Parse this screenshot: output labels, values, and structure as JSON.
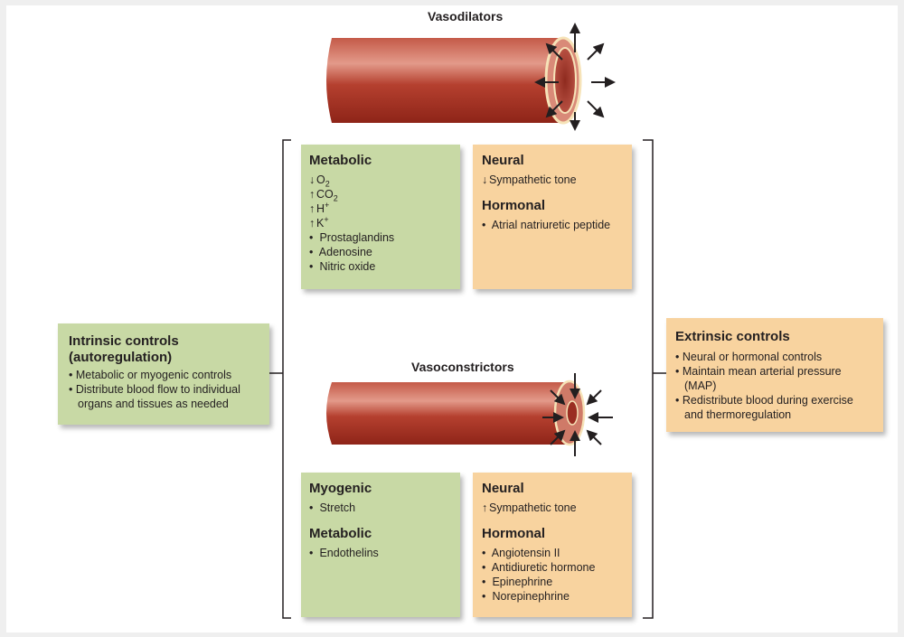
{
  "colors": {
    "green_box": "#c8d9a5",
    "orange_box": "#f8d39f",
    "vessel": "#b03a2e",
    "bracket": "#231f20"
  },
  "vasodilators": {
    "title": "Vasodilators",
    "arrow_direction": "outward",
    "metabolic": {
      "heading": "Metabolic",
      "items": [
        {
          "icon": "down-arrow",
          "text": "O",
          "sub": "2",
          "sup": ""
        },
        {
          "icon": "up-arrow",
          "text": "CO",
          "sub": "2",
          "sup": ""
        },
        {
          "icon": "up-arrow",
          "text": "H",
          "sub": "",
          "sup": "+"
        },
        {
          "icon": "up-arrow",
          "text": "K",
          "sub": "",
          "sup": "+"
        },
        {
          "icon": "bullet",
          "text": "Prostaglandins"
        },
        {
          "icon": "bullet",
          "text": "Adenosine"
        },
        {
          "icon": "bullet",
          "text": "Nitric oxide"
        }
      ]
    },
    "neural": {
      "heading": "Neural",
      "items": [
        {
          "icon": "down-arrow",
          "text": "Sympathetic tone"
        }
      ]
    },
    "hormonal": {
      "heading": "Hormonal",
      "items": [
        {
          "icon": "bullet",
          "text": "Atrial natriuretic peptide"
        }
      ]
    }
  },
  "vasoconstrictors": {
    "title": "Vasoconstrictors",
    "arrow_direction": "inward",
    "myogenic": {
      "heading": "Myogenic",
      "items": [
        {
          "icon": "bullet",
          "text": "Stretch"
        }
      ]
    },
    "metabolic": {
      "heading": "Metabolic",
      "items": [
        {
          "icon": "bullet",
          "text": "Endothelins"
        }
      ]
    },
    "neural": {
      "heading": "Neural",
      "items": [
        {
          "icon": "up-arrow",
          "text": "Sympathetic tone"
        }
      ]
    },
    "hormonal": {
      "heading": "Hormonal",
      "items": [
        {
          "icon": "bullet",
          "text": "Angiotensin II"
        },
        {
          "icon": "bullet",
          "text": "Antidiuretic hormone"
        },
        {
          "icon": "bullet",
          "text": "Epinephrine"
        },
        {
          "icon": "bullet",
          "text": "Norepinephrine"
        }
      ]
    }
  },
  "intrinsic": {
    "heading_line1": "Intrinsic controls",
    "heading_line2": "(autoregulation)",
    "items": [
      "Metabolic or myogenic controls",
      "Distribute blood flow to individual",
      "organs and tissues as needed"
    ]
  },
  "extrinsic": {
    "heading": "Extrinsic controls",
    "items": [
      "Neural or hormonal controls",
      "Maintain mean arterial pressure",
      "(MAP)",
      "Redistribute blood during exercise",
      "and thermoregulation"
    ]
  }
}
